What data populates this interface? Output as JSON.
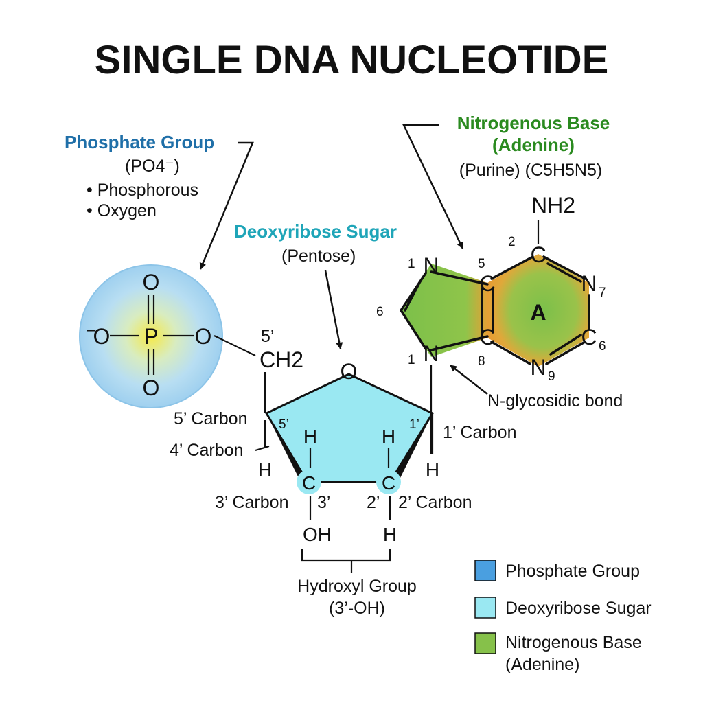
{
  "title": "SINGLE DNA NUCLEOTIDE",
  "colors": {
    "phosphate": "#5aa9e0",
    "sugar": "#9ae8f2",
    "base": "#8bc34a",
    "phosphate_label": "#1f6fa8",
    "sugar_label": "#1fa5b8",
    "base_label": "#2a8a1f"
  },
  "phosphate": {
    "heading": "Phosphate Group",
    "formula": "(PO4⁻)",
    "items": [
      "• Phosphorous",
      "• Oxygen"
    ],
    "atoms": {
      "p": "P",
      "o_top": "O",
      "o_bottom": "O",
      "o_left": "O",
      "o_right": "O",
      "minus": "⁻"
    }
  },
  "sugar": {
    "heading": "Deoxyribose Sugar",
    "subheading": "(Pentose)",
    "ring_oxygen": "O",
    "ch2": "CH2",
    "c_label": "C",
    "h": "H",
    "oh": "OH",
    "primes": {
      "five": "5’",
      "five_inner": "5’",
      "one_inner": "1’",
      "three_inner": "3’",
      "two_inner": "2’"
    },
    "carbon_labels": {
      "c5": "5’ Carbon",
      "c4": "4’ Carbon",
      "c3": "3’ Carbon",
      "c2": "2’ Carbon",
      "c1": "1’ Carbon"
    },
    "hydroxyl": {
      "line1": "Hydroxyl Group",
      "line2": "(3’-OH)"
    }
  },
  "base": {
    "heading_line1": "Nitrogenous Base",
    "heading_line2": "(Adenine)",
    "formula": "(Purine) (C5H5N5)",
    "center_letter": "A",
    "amine": "NH2",
    "n": "N",
    "c": "C",
    "subs": {
      "n1_top": "1",
      "n1_bottom": "1",
      "c6_left": "6",
      "c5": "5",
      "c2": "2",
      "n7": "7",
      "c6_right": "6",
      "c8": "8",
      "n9": "9"
    },
    "bond_label": "N-glycosidic bond"
  },
  "legend": [
    {
      "label": "Phosphate Group",
      "color": "#4a9fe0"
    },
    {
      "label": "Deoxyribose Sugar",
      "color": "#9ae8f2"
    },
    {
      "label_line1": "Nitrogenous Base",
      "label_line2": "(Adenine)",
      "color": "#86c14a"
    }
  ]
}
